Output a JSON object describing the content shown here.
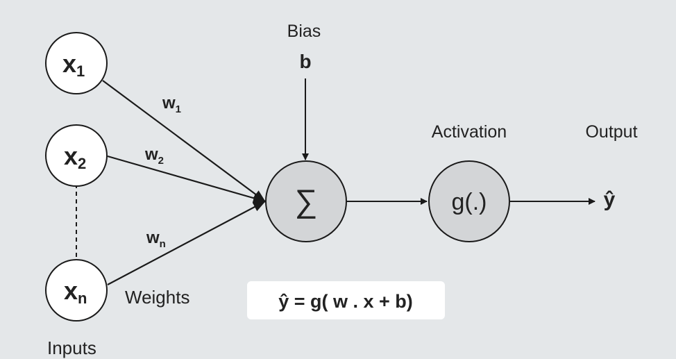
{
  "inputs": {
    "label": "Inputs",
    "nodes": [
      {
        "base": "x",
        "sub": "1"
      },
      {
        "base": "x",
        "sub": "2"
      },
      {
        "base": "x",
        "sub": "n"
      }
    ]
  },
  "weights": {
    "label": "Weights",
    "items": [
      {
        "base": "w",
        "sub": "1"
      },
      {
        "base": "w",
        "sub": "2"
      },
      {
        "base": "w",
        "sub": "n"
      }
    ]
  },
  "bias": {
    "label": "Bias",
    "symbol": "b"
  },
  "sum": {
    "symbol": "∑"
  },
  "activation": {
    "label": "Activation",
    "symbol": "g(.)"
  },
  "output": {
    "label": "Output",
    "symbol": "ŷ"
  },
  "formula": "ŷ = g( w . x + b)",
  "colors": {
    "background": "#e4e7e9",
    "input_fill": "#ffffff",
    "neuron_fill": "#d3d5d7",
    "stroke": "#1a1a1a"
  }
}
